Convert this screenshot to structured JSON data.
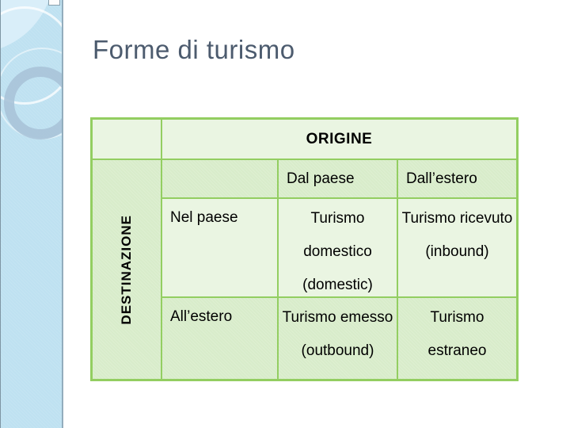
{
  "title": "Forme di turismo",
  "table": {
    "origin_header": "ORIGINE",
    "destination_header": "DESTINAZIONE",
    "origin_cols": [
      "Dal paese",
      "Dall’estero"
    ],
    "row_labels": [
      "Nel paese",
      "All’estero"
    ],
    "cells": {
      "domestic": [
        "Turismo",
        "domestico",
        "(domestic)"
      ],
      "inbound": [
        "Turismo ricevuto",
        "(inbound)"
      ],
      "outbound": [
        "Turismo emesso",
        "(outbound)"
      ],
      "foreign": [
        "Turismo",
        "estraneo"
      ]
    }
  },
  "colors": {
    "table_border": "#93ce61",
    "cell_light": "#eaf5e2",
    "cell_dark": "#d8ecca",
    "title_text": "#4c5b6e",
    "sidebar_blue": "#bee1f1",
    "table_text": "#000000"
  }
}
